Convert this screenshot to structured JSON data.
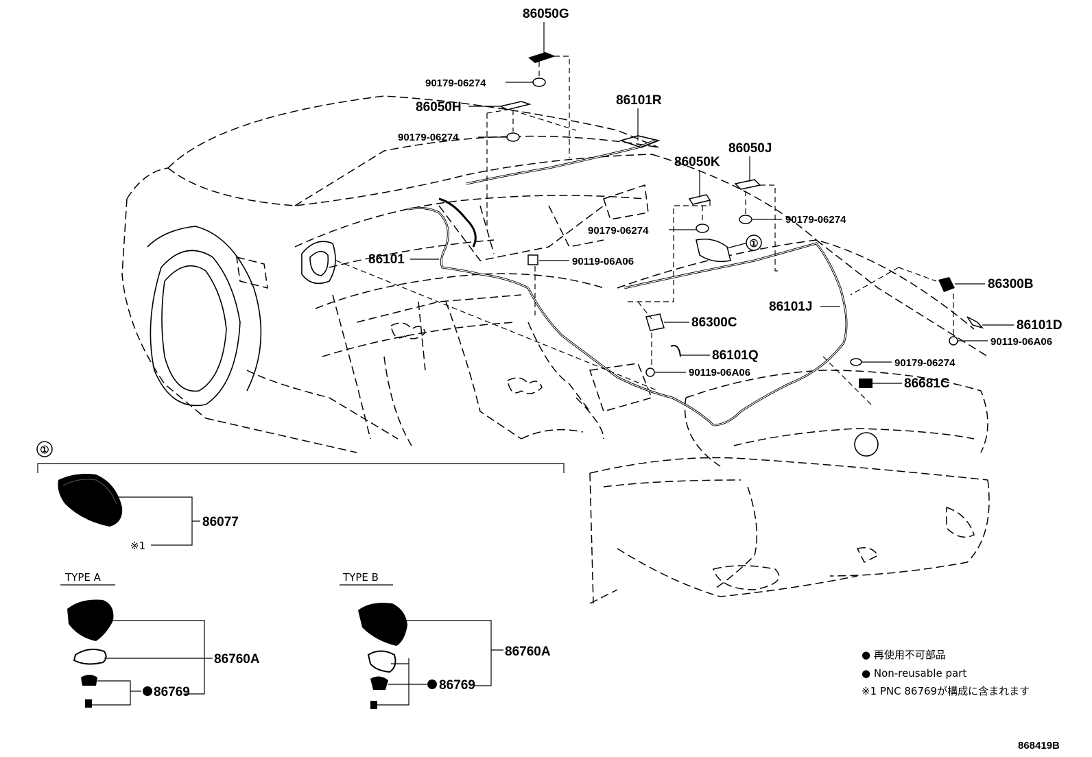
{
  "diagram": {
    "ref_code": "868419B",
    "parts": {
      "p86050G": "86050G",
      "p86050H": "86050H",
      "p86101R": "86101R",
      "p86050K": "86050K",
      "p86050J": "86050J",
      "p86101": "86101",
      "p86101J": "86101J",
      "p86300B": "86300B",
      "p86101D": "86101D",
      "p86300C": "86300C",
      "p86101Q": "86101Q",
      "p86681C": "86681C",
      "p86077": "86077",
      "p86760A_a": "86760A",
      "p86760A_b": "86760A",
      "p86769_a": "86769",
      "p86769_b": "86769"
    },
    "fasteners": {
      "f1": "90179-06274",
      "f2": "90179-06274",
      "f3": "90179-06274",
      "f4": "90179-06274",
      "f5": "90179-06274",
      "b1": "90119-06A06",
      "b2": "90119-06A06",
      "b3": "90119-06A06"
    },
    "callout_mark": "①",
    "callout_mark_detail": "①",
    "note_mark": "※1",
    "type_a": "TYPE A",
    "type_b": "TYPE B",
    "legend": {
      "line1": "● 再使用不可部品",
      "line2": "● Non-reusable part",
      "line3": "※1 PNC 86769が構成に含まれます"
    }
  }
}
